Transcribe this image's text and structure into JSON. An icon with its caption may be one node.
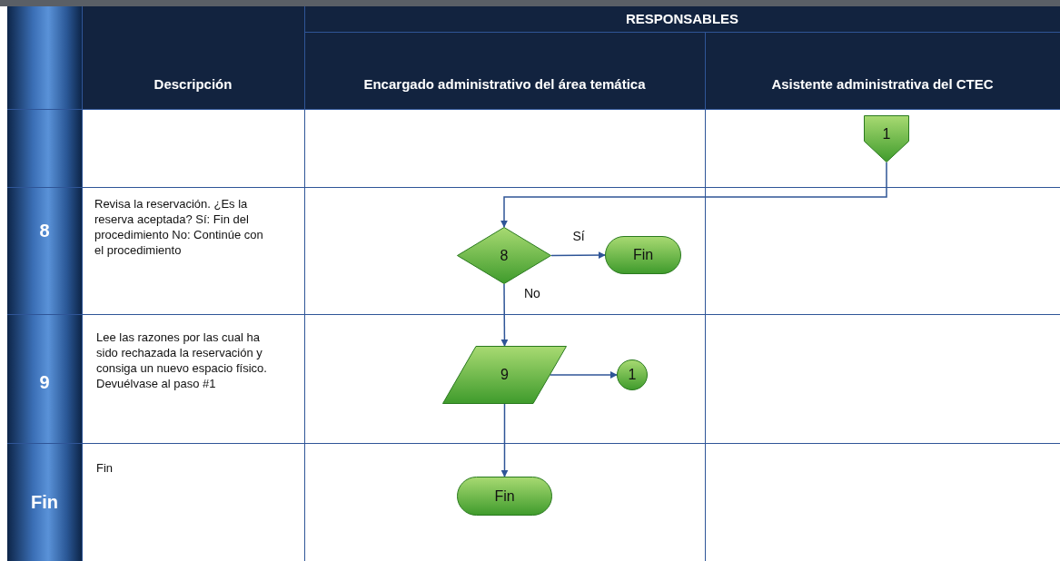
{
  "diagram": {
    "nodes": [
      {
        "text": [
          "1"
        ]
      },
      {
        "text": [
          "8"
        ]
      },
      {
        "text": [
          "Fin"
        ]
      },
      {
        "text": [
          "9"
        ]
      },
      {
        "text": [
          "1"
        ]
      },
      {
        "text": [
          "Fin"
        ]
      }
    ],
    "edges": [
      {
        "from": 0,
        "to": 1,
        "arrow": "to"
      },
      {
        "from": 1,
        "to": 2,
        "arrow": "to",
        "label": "Sí"
      },
      {
        "from": 1,
        "to": 3,
        "arrow": "to",
        "label": "No"
      },
      {
        "from": 3,
        "to": 4,
        "arrow": "to"
      },
      {
        "from": 3,
        "to": 5,
        "arrow": "to"
      }
    ],
    "labels": [
      "RESPONSABLES",
      "Descripción",
      "Encargado administrativo del área temática",
      "Asistente administrativa del CTEC",
      "8",
      "Revisa la reservación. ¿Es la reserva aceptada? Sí: Fin del procedimiento No: Continúe con el procedimiento",
      "9",
      "Lee las razones por las cual ha sido rechazada la reservación y consiga un nuevo espacio físico. Devuélvase al paso #1",
      "Fin",
      "Fin"
    ]
  }
}
